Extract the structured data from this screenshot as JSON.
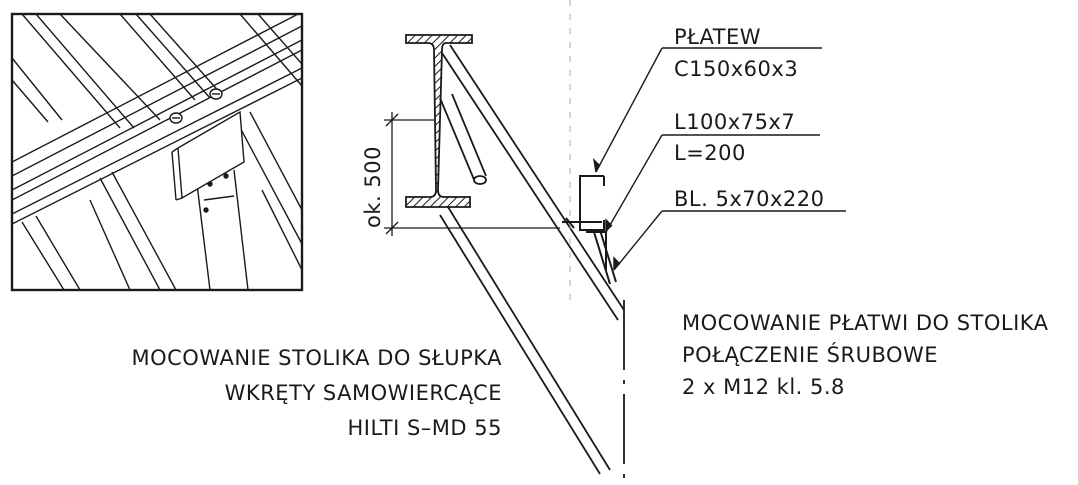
{
  "labels": {
    "purlin_title": "PŁATEW",
    "purlin_section": "C150x60x3",
    "angle_section": "L100x75x7",
    "angle_length": "L=200",
    "plate": "BL. 5x70x220",
    "dimension": "ok. 500"
  },
  "notes": {
    "left": [
      "MOCOWANIE STOLIKA DO SŁUPKA",
      "WKRĘTY SAMOWIERCĄCE",
      "HILTI S–MD 55"
    ],
    "right": [
      "MOCOWANIE PŁATWI DO STOLIKA",
      "POŁĄCZENIE ŚRUBOWE",
      "2 x M12 kl. 5.8"
    ]
  }
}
